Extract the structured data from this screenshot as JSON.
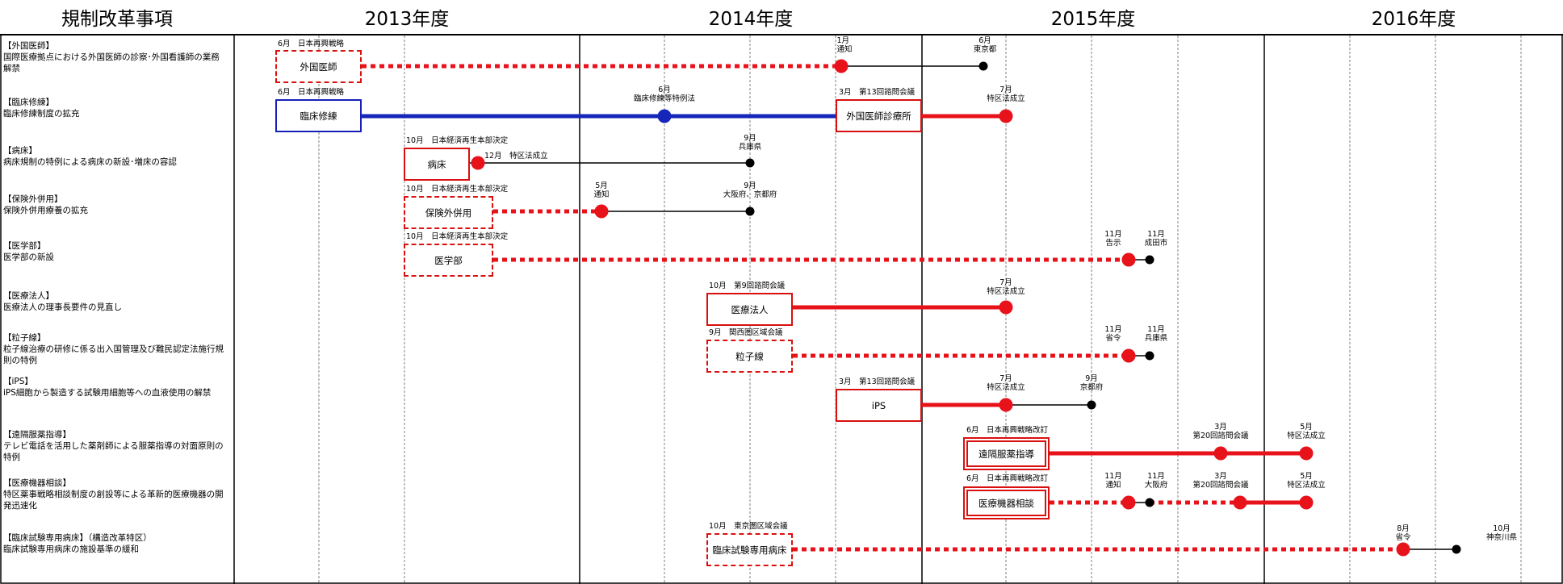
{
  "header": {
    "item_col": "規制改革事項",
    "years": [
      "2013年度",
      "2014年度",
      "2015年度",
      "2016年度"
    ]
  },
  "colors": {
    "red": "#e8121a",
    "blue": "#1626b8",
    "black": "#000000",
    "grid": "#808080"
  },
  "rows": [
    {
      "title": "【外国医師】",
      "desc": "国際医療拠点における外国医師の診察･外国看護師の業務解禁"
    },
    {
      "title": "【臨床修練】",
      "desc": "臨床修練制度の拡充"
    },
    {
      "title": "【病床】",
      "desc": "病床規制の特例による病床の新設･増床の容認"
    },
    {
      "title": "【保険外併用】",
      "desc": "保険外併用療養の拡充"
    },
    {
      "title": "【医学部】",
      "desc": "医学部の新設"
    },
    {
      "title": "【医療法人】",
      "desc": "医療法人の理事長要件の見直し"
    },
    {
      "title": "【粒子線】",
      "desc": "粒子線治療の研修に係る出入国管理及び難民認定法施行規則の特例"
    },
    {
      "title": "【iPS】",
      "desc": "iPS細胞から製造する試験用細胞等への血液使用の解禁"
    },
    {
      "title": "【遠隔服薬指導】",
      "desc": "テレビ電話を活用した薬剤師による服薬指導の対面原則の特例"
    },
    {
      "title": "【医療機器相談】",
      "desc": "特区薬事戦略相談制度の創設等による革新的医療機器の開発迅速化"
    },
    {
      "title": "【臨床試験専用病床】（構造改革特区）",
      "desc": "臨床試験専用病床の施設基準の緩和"
    }
  ],
  "boxes": [
    {
      "label": "外国医師"
    },
    {
      "label": "臨床修練"
    },
    {
      "label": "外国医師診療所"
    },
    {
      "label": "病床"
    },
    {
      "label": "保険外併用"
    },
    {
      "label": "医学部"
    },
    {
      "label": "医療法人"
    },
    {
      "label": "粒子線"
    },
    {
      "label": "iPS"
    },
    {
      "label": "遠隔服薬指導"
    },
    {
      "label": "医療機器相談"
    },
    {
      "label": "臨床試験専用病床"
    }
  ],
  "annotations": [
    "6月　日本再興戦略",
    "1月\n通知",
    "6月\n東京都",
    "6月　日本再興戦略",
    "6月\n臨床修練等特例法",
    "3月　第13回諮問会議",
    "7月\n特区法成立",
    "10月　日本経済再生本部決定",
    "12月　特区法成立",
    "9月\n兵庫県",
    "10月　日本経済再生本部決定",
    "5月\n通知",
    "9月\n大阪府、京都府",
    "10月　日本経済再生本部決定",
    "11月\n告示",
    "11月\n成田市",
    "10月　第9回諮問会議",
    "7月\n特区法成立",
    "9月　関西圏区域会議",
    "11月\n省令",
    "11月\n兵庫県",
    "3月　第13回諮問会議",
    "7月\n特区法成立",
    "9月\n京都府",
    "6月　日本再興戦略改訂",
    "3月\n第20回諮問会議",
    "5月\n特区法成立",
    "6月　日本再興戦略改訂",
    "11月\n通知",
    "11月\n大阪府",
    "3月\n第20回諮問会議",
    "5月\n特区法成立",
    "10月　東京圏区域会議",
    "8月\n省令",
    "10月\n神奈川県"
  ]
}
